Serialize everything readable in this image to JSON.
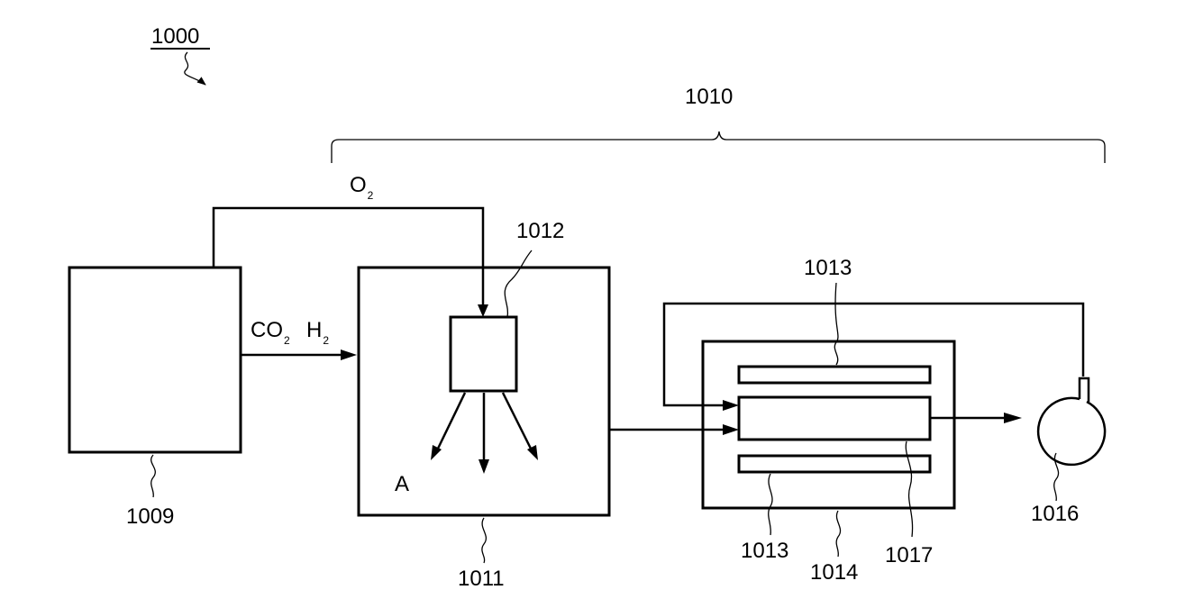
{
  "figure_label": "1000",
  "system_label": "1010",
  "oxygen": {
    "base": "O",
    "subscript": "2"
  },
  "feed": [
    {
      "base": "CO",
      "subscript": "2"
    },
    {
      "base": "H",
      "subscript": "2"
    }
  ],
  "region_label": "A",
  "refs": {
    "source_unit": "1009",
    "chamber": "1011",
    "inner_unit": "1012",
    "plate_top": "1013",
    "plate_bottom": "1013",
    "housing": "1014",
    "pump": "1016",
    "center_element": "1017"
  },
  "colors": {
    "ink": "#000000",
    "background": "#ffffff"
  }
}
